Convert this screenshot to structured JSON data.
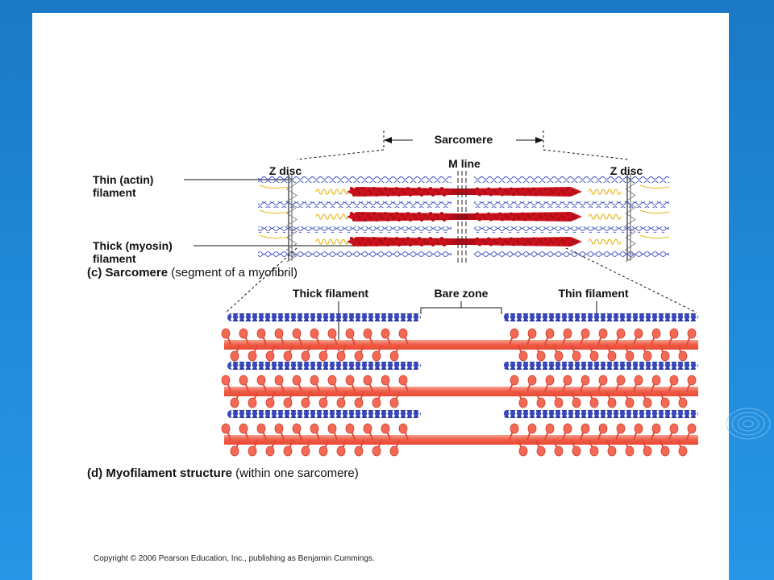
{
  "panel_c": {
    "sarcomere_label": "Sarcomere",
    "m_line_label": "M line",
    "z_disc_left_label": "Z disc",
    "z_disc_right_label": "Z disc",
    "thin_filament_label_line1": "Thin (actin)",
    "thin_filament_label_line2": "filament",
    "thick_filament_label_line1": "Thick (myosin)",
    "thick_filament_label_line2": "filament",
    "caption_bold": "(c) Sarcomere",
    "caption_rest": " (segment of a myofibril)"
  },
  "panel_d": {
    "thick_filament_label": "Thick filament",
    "bare_zone_label": "Bare zone",
    "thin_filament_label": "Thin filament",
    "caption_bold": "(d) Myofilament structure",
    "caption_rest": " (within one sarcomere)"
  },
  "copyright": "Copyright © 2006 Pearson Education, Inc., publishing as Benjamin Cummings.",
  "colors": {
    "background_blue": "#1f88d6",
    "thick_filament_red": "#d0101c",
    "myosin_salmon": "#f26a55",
    "actin_blue": "#2a3aa8",
    "tropomyosin_yellow": "#e8b820"
  }
}
